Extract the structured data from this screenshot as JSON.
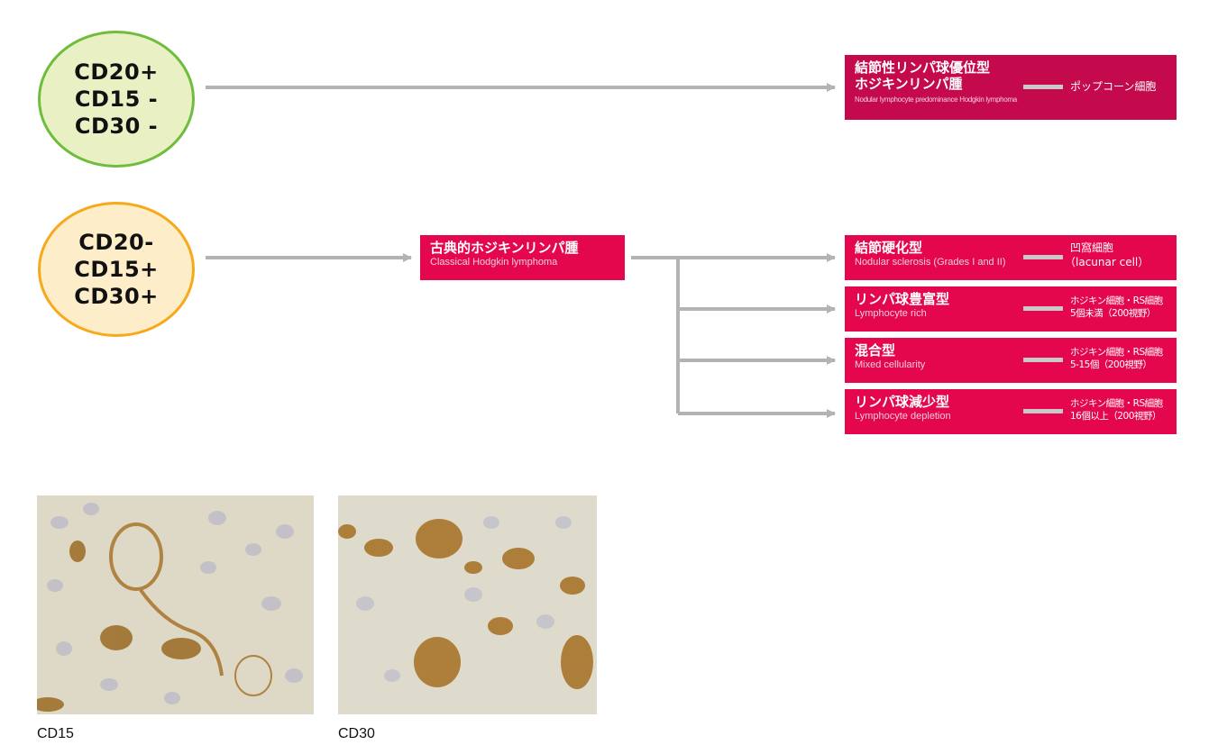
{
  "circles": [
    {
      "lines": [
        "CD20+",
        "CD15 -",
        "CD30 -"
      ],
      "fill": "#e9f1c4",
      "border": "#6ebd3c"
    },
    {
      "lines": [
        "CD20-",
        "CD15+",
        "CD30+"
      ],
      "fill": "#fdedc8",
      "border": "#f7a91b"
    }
  ],
  "nlp": {
    "title_1": "結節性リンパ球優位型",
    "title_2": "ホジキンリンパ腫",
    "english": "Nodular lymphocyte predominance Hodgkin lymphoma",
    "cell": "ポップコーン細胞",
    "color": "#c40a4d"
  },
  "classical": {
    "title": "古典的ホジキンリンパ腫",
    "english": "Classical Hodgkin lymphoma",
    "color": "#e4074d"
  },
  "subtypes": [
    {
      "title": "結節硬化型",
      "english": "Nodular sclerosis (Grades I and II)",
      "note_1": "凹窩細胞",
      "note_2": "（lacunar cell）"
    },
    {
      "title": "リンパ球豊富型",
      "english": "Lymphocyte rich",
      "note_1": "ホジキン細胞・RS細胞",
      "note_2": "5個未満（200視野）"
    },
    {
      "title": "混合型",
      "english": "Mixed cellularity",
      "note_1": "ホジキン細胞・RS細胞",
      "note_2": "5-15個（200視野）"
    },
    {
      "title": "リンパ球減少型",
      "english": "Lymphocyte depletion",
      "note_1": "ホジキン細胞・RS細胞",
      "note_2": "16個以上（200視野）"
    }
  ],
  "connector_color": "#b3b3b3",
  "photos": [
    {
      "caption": "CD15",
      "stain": "brown-immunostain"
    },
    {
      "caption": "CD30",
      "stain": "brown-immunostain"
    }
  ]
}
